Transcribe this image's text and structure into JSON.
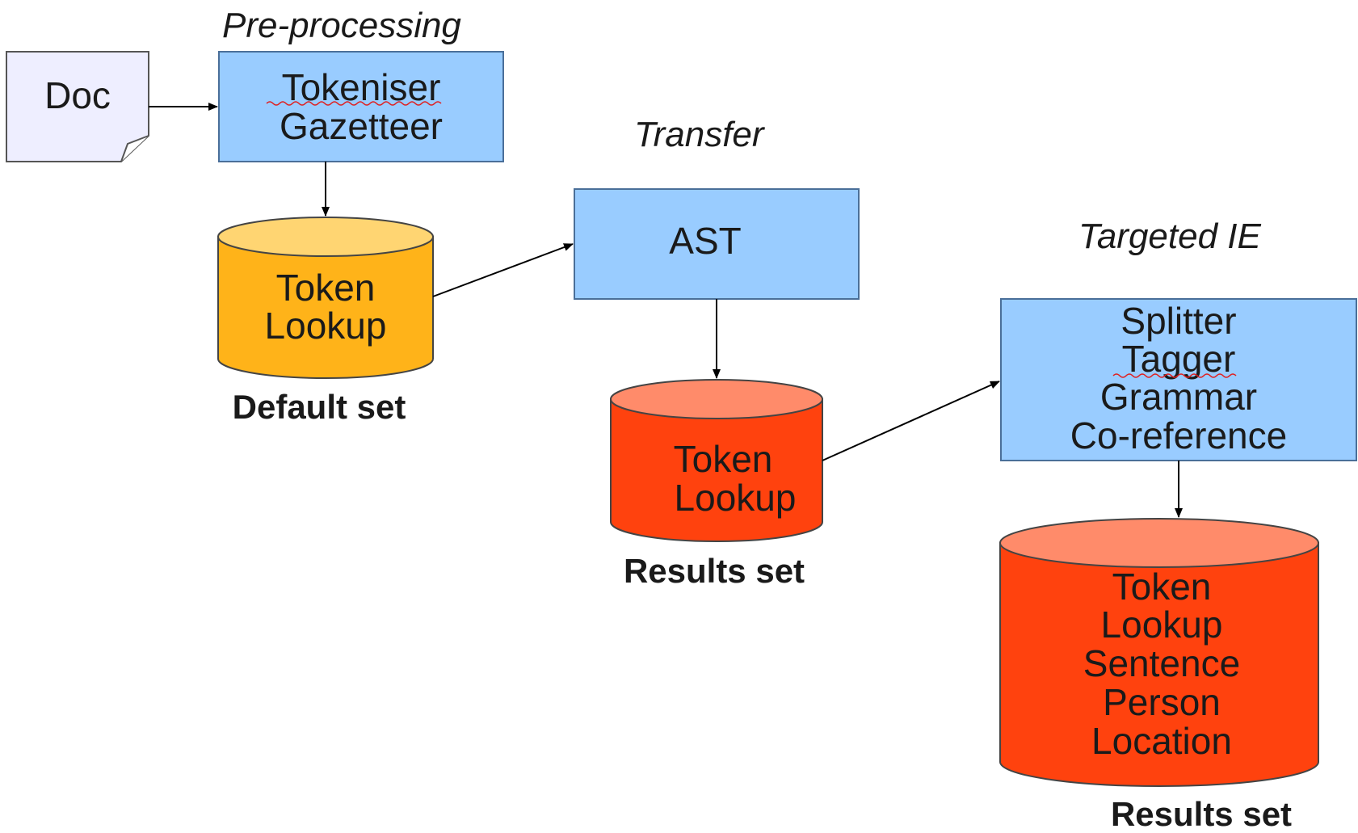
{
  "stages": {
    "preprocessing": "Pre-processing",
    "transfer": "Transfer",
    "targeted": "Targeted IE"
  },
  "doc": {
    "label": "Doc"
  },
  "boxes": {
    "preprocessing": {
      "lines": [
        "Tokeniser",
        "Gazetteer"
      ]
    },
    "ast": {
      "lines": [
        "AST"
      ]
    },
    "targeted": {
      "lines": [
        "Splitter",
        "Tagger",
        "Grammar",
        "Co-reference"
      ]
    }
  },
  "sets": {
    "default": {
      "lines": [
        "Token",
        "Lookup"
      ],
      "label": "Default set"
    },
    "results1": {
      "lines": [
        "Token",
        "Lookup"
      ],
      "label": "Results set"
    },
    "results2": {
      "lines": [
        "Token",
        "Lookup",
        "Sentence",
        "Person",
        "Location"
      ],
      "label": "Results set"
    }
  },
  "colors": {
    "process_box": "#99ccff",
    "doc": "#eeeeff",
    "default_set_body": "#ffb319",
    "default_set_top": "#ffd572",
    "results_set_body": "#ff420e",
    "results_set_top": "#ff8b6a",
    "spellcheck_underline": "#e02020"
  }
}
